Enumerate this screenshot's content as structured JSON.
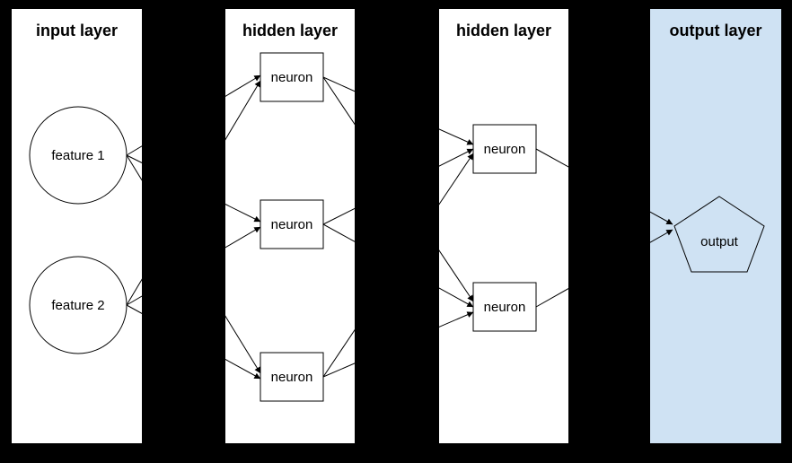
{
  "colors": {
    "background": "#000000",
    "layer_panel": "#ffffff",
    "output_panel": "#cfe2f3",
    "node_fill": "#ffffff",
    "stroke": "#000000",
    "text": "#000000"
  },
  "diagram_type": "neural-network",
  "layers": [
    {
      "id": "input",
      "title": "input layer",
      "nodes": [
        {
          "id": "f1",
          "label": "feature 1",
          "shape": "circle"
        },
        {
          "id": "f2",
          "label": "feature 2",
          "shape": "circle"
        }
      ]
    },
    {
      "id": "hidden1",
      "title": "hidden layer",
      "nodes": [
        {
          "id": "h1a",
          "label": "neuron",
          "shape": "rectangle"
        },
        {
          "id": "h1b",
          "label": "neuron",
          "shape": "rectangle"
        },
        {
          "id": "h1c",
          "label": "neuron",
          "shape": "rectangle"
        }
      ]
    },
    {
      "id": "hidden2",
      "title": "hidden layer",
      "nodes": [
        {
          "id": "h2a",
          "label": "neuron",
          "shape": "rectangle"
        },
        {
          "id": "h2b",
          "label": "neuron",
          "shape": "rectangle"
        }
      ]
    },
    {
      "id": "output",
      "title": "output layer",
      "nodes": [
        {
          "id": "out",
          "label": "output",
          "shape": "pentagon"
        }
      ]
    }
  ],
  "edges": [
    [
      "f1",
      "h1a"
    ],
    [
      "f1",
      "h1b"
    ],
    [
      "f1",
      "h1c"
    ],
    [
      "f2",
      "h1a"
    ],
    [
      "f2",
      "h1b"
    ],
    [
      "f2",
      "h1c"
    ],
    [
      "h1a",
      "h2a"
    ],
    [
      "h1a",
      "h2b"
    ],
    [
      "h1b",
      "h2a"
    ],
    [
      "h1b",
      "h2b"
    ],
    [
      "h1c",
      "h2a"
    ],
    [
      "h1c",
      "h2b"
    ],
    [
      "h2a",
      "out"
    ],
    [
      "h2b",
      "out"
    ]
  ]
}
